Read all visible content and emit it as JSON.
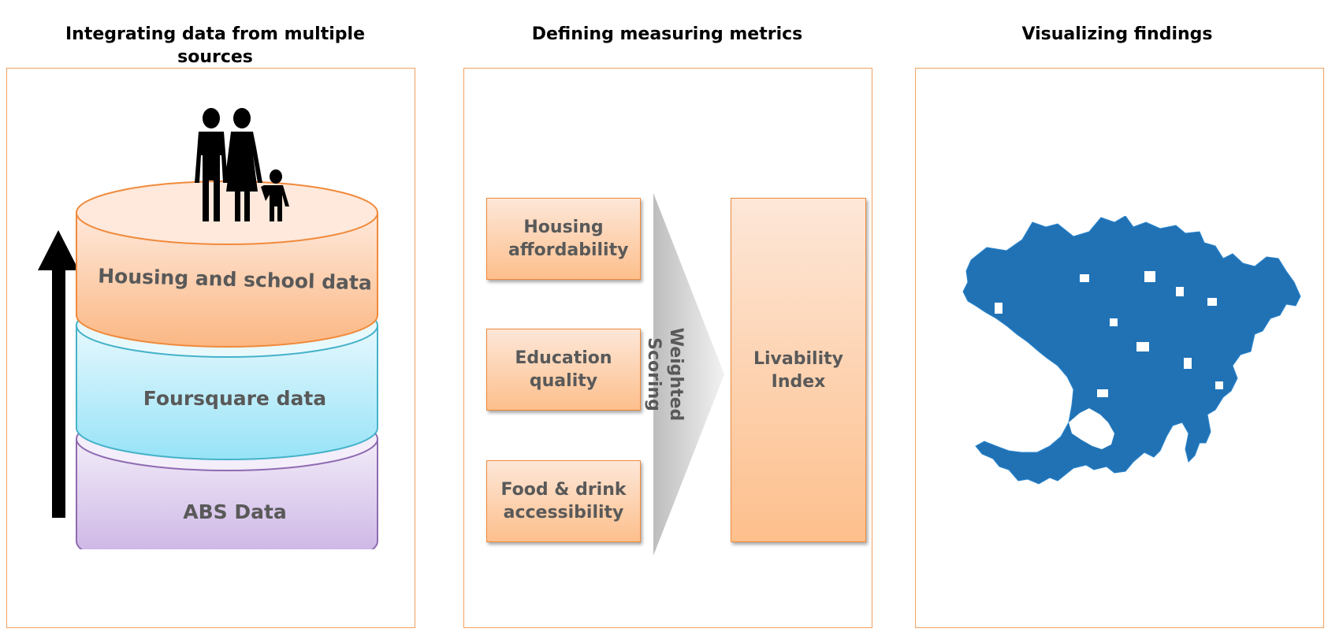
{
  "panels": {
    "integrating": {
      "title": "Integrating data from multiple sources",
      "layers": [
        {
          "label": "Housing and school data",
          "color": "#fbbf8c"
        },
        {
          "label": "Foursquare data",
          "color": "#9fe6f7"
        },
        {
          "label": "ABS Data",
          "color": "#cbb3e3"
        }
      ],
      "icons": [
        "family-icon",
        "up-arrow-icon"
      ]
    },
    "metrics": {
      "title": "Defining measuring metrics",
      "inputs": [
        "Housing affordability",
        "Education quality",
        "Food & drink accessibility"
      ],
      "process_label": "Weighted Scoring",
      "output": "Livability Index"
    },
    "visualizing": {
      "title": "Visualizing findings",
      "map_icon": "suburb-map-icon",
      "map_color": "#2072b5"
    }
  },
  "colors": {
    "panel_border": "#f4a15e",
    "label_text": "#595959"
  }
}
